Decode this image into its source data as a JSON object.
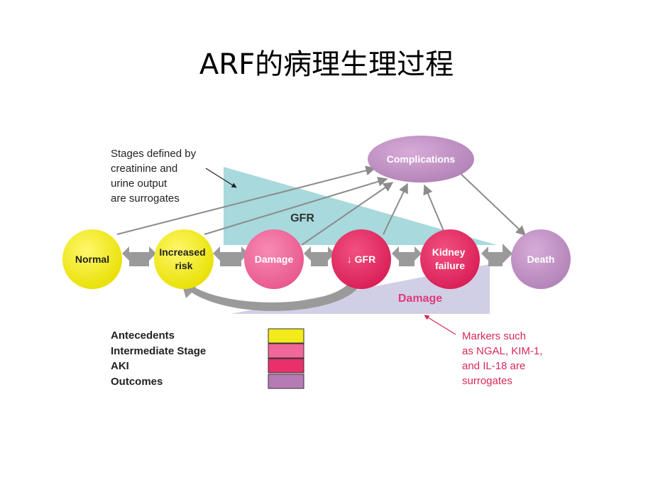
{
  "title": "ARF的病理生理过程",
  "note_top": [
    "Stages defined by",
    "creatinine and",
    "urine output",
    "are surrogates"
  ],
  "note_bottom": [
    "Markers such",
    "as NGAL, KIM-1,",
    "and IL-18 are",
    "surrogates"
  ],
  "gfr_label": "GFR",
  "damage_label": "Damage",
  "complications_label": "Complications",
  "nodes": {
    "normal": [
      "Normal"
    ],
    "increased_risk": [
      "Increased",
      "risk"
    ],
    "damage": [
      "Damage"
    ],
    "gfr_down": [
      "↓ GFR"
    ],
    "kidney_failure": [
      "Kidney",
      "failure"
    ],
    "death": [
      "Death"
    ]
  },
  "legend": [
    {
      "label": "Antecedents",
      "color": "#f2ea1b"
    },
    {
      "label": "Intermediate Stage",
      "color": "#f0679a"
    },
    {
      "label": "AKI",
      "color": "#e8306a"
    },
    {
      "label": "Outcomes",
      "color": "#b67ab4"
    }
  ],
  "colors": {
    "antecedent": "#f2ea1b",
    "intermediate": "#ef6d9c",
    "aki": "#e62e66",
    "outcome": "#c393c6",
    "gfr_wedge": "#a8d9dc",
    "damage_wedge": "#cfcde5",
    "arrow_gray": "#9a9a9a",
    "damage_text": "#e03a7a",
    "note_red": "#d8285a"
  }
}
